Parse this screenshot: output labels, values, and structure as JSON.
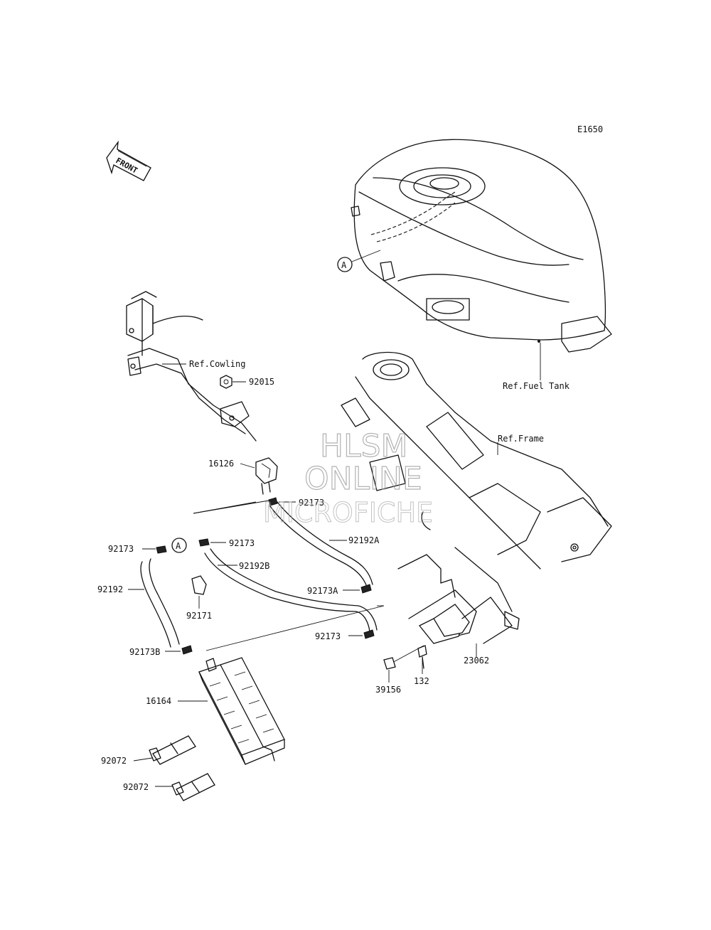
{
  "diagram_code": "E1650",
  "front_arrow": {
    "label": "FRONT"
  },
  "refs": {
    "fuel_tank": "Ref.Fuel Tank",
    "cowling": "Ref.Cowling",
    "frame": "Ref.Frame"
  },
  "markers": {
    "a_tank": "A",
    "a_hose": "A"
  },
  "parts": {
    "p92015": "92015",
    "p16126": "16126",
    "p92173_top": "92173",
    "p92173_mid": "92173",
    "p92173_left": "92173",
    "p92192A": "92192A",
    "p92192B": "92192B",
    "p92192": "92192",
    "p92171": "92171",
    "p92173A": "92173A",
    "p92173_low": "92173",
    "p92173B": "92173B",
    "p16164": "16164",
    "p92072_a": "92072",
    "p92072_b": "92072",
    "p23062": "23062",
    "p132": "132",
    "p39156": "39156"
  },
  "watermark": {
    "line1": "HLSM",
    "line2": "ONLINE",
    "line3": "MICROFICHE"
  }
}
